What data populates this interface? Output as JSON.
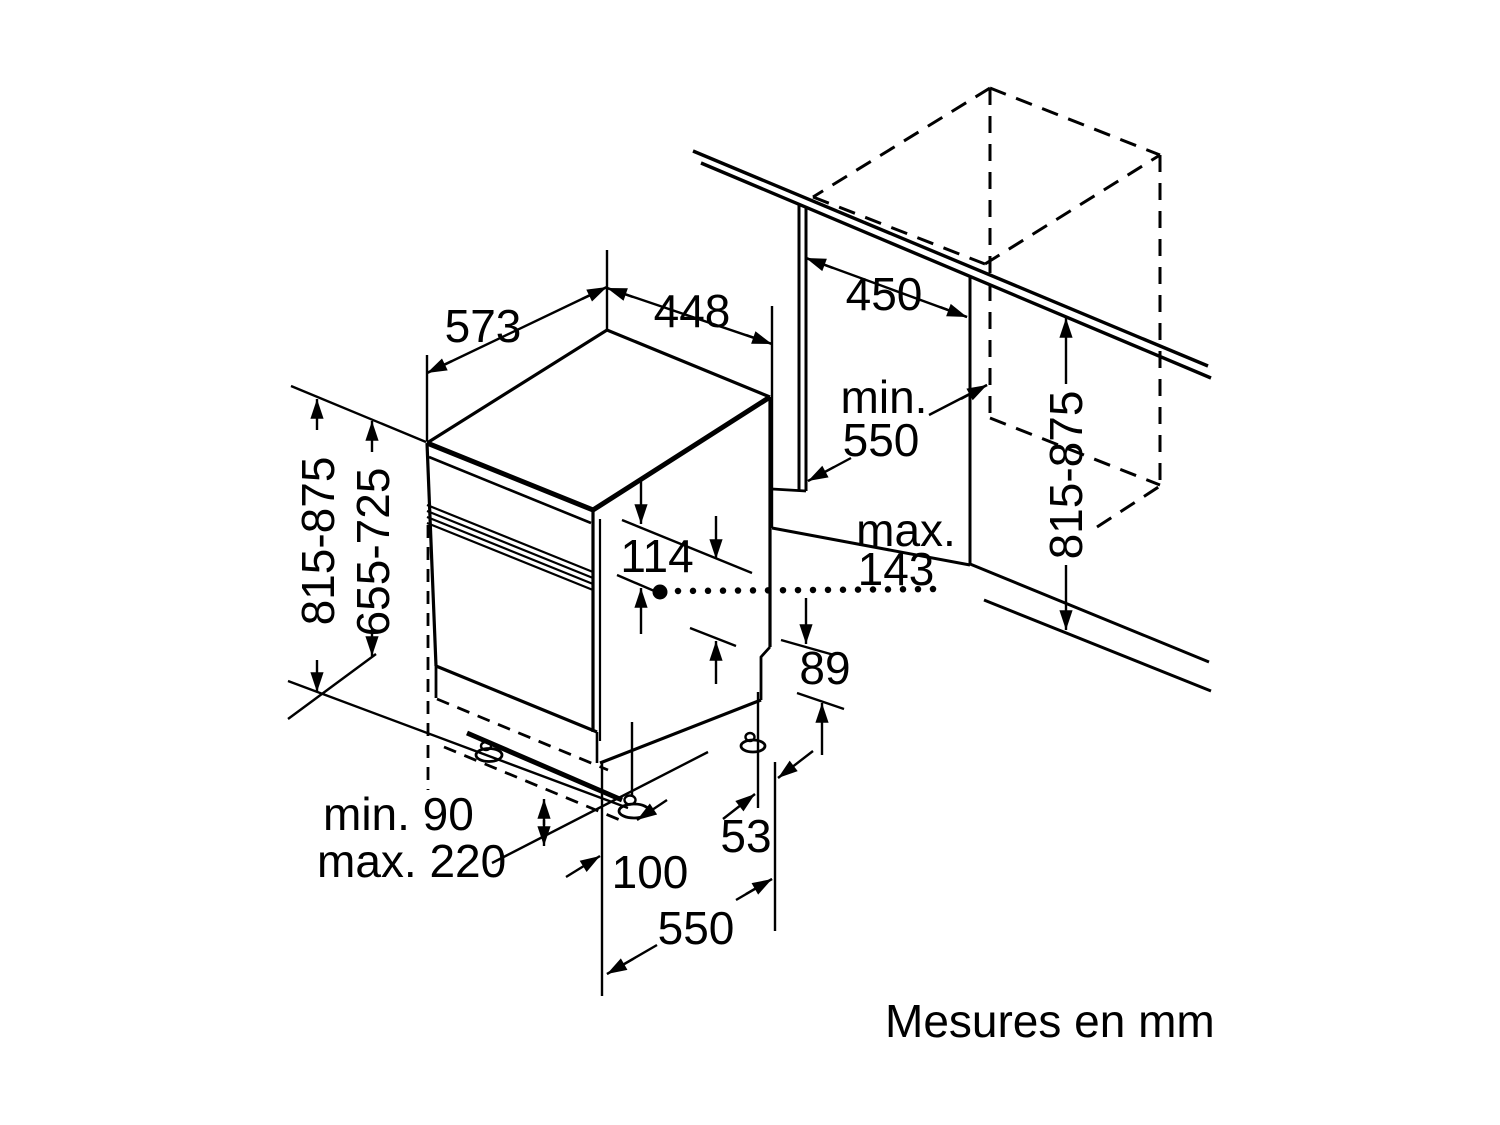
{
  "caption": "Mesures en mm",
  "colors": {
    "line": "#000000",
    "background": "#ffffff"
  },
  "dims": {
    "top_depth": "573",
    "top_width": "448",
    "niche_width": "450",
    "niche_depth_prefix": "min.",
    "niche_depth_value": "550",
    "height_left": "815-875",
    "door_height": "655-725",
    "panel_height": "114",
    "door_top_max_prefix": "max.",
    "door_top_max_value": "143",
    "rear_plinth_height": "89",
    "plinth_min": "min. 90",
    "plinth_max": "max. 220",
    "front_foot_offset": "100",
    "body_depth": "550",
    "rear_foot_offset": "53",
    "height_right": "815-875"
  }
}
